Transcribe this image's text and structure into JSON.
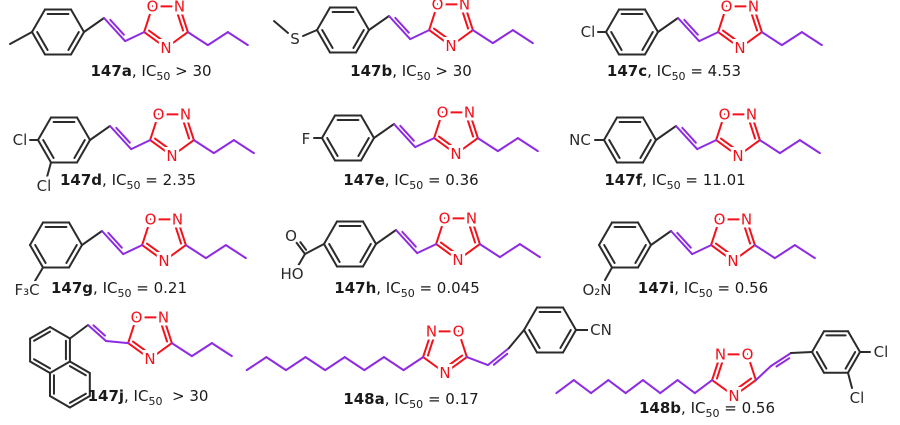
{
  "figure": {
    "background": "#ffffff"
  },
  "colors": {
    "ring": "#f2121c",
    "chain": "#8e2be2",
    "bond": "#2b2b2b",
    "text": "#1a1a1a"
  },
  "ring_atoms": {
    "oxygen": "O",
    "nitrogen": "N"
  },
  "compounds": [
    {
      "id": "147a",
      "ic50": "> 30",
      "label_parts": [
        {
          "text": "147a",
          "bold": true
        },
        {
          "text": ", IC"
        },
        {
          "text": "50",
          "sub": true
        },
        {
          "text": " > 30"
        }
      ],
      "substituent_labels": []
    },
    {
      "id": "147b",
      "ic50": "> 30",
      "label_parts": [
        {
          "text": "147b",
          "bold": true
        },
        {
          "text": ", IC"
        },
        {
          "text": "50",
          "sub": true
        },
        {
          "text": " > 30"
        }
      ],
      "substituent_labels": [
        "S"
      ]
    },
    {
      "id": "147c",
      "ic50": "= 4.53",
      "label_parts": [
        {
          "text": "147c",
          "bold": true
        },
        {
          "text": ", IC"
        },
        {
          "text": "50",
          "sub": true
        },
        {
          "text": " = 4.53"
        }
      ],
      "substituent_labels": [
        "Cl"
      ]
    },
    {
      "id": "147d",
      "ic50": "= 2.35",
      "label_parts": [
        {
          "text": "147d",
          "bold": true
        },
        {
          "text": ", IC"
        },
        {
          "text": "50",
          "sub": true
        },
        {
          "text": " = 2.35"
        }
      ],
      "substituent_labels": [
        "Cl",
        "Cl"
      ]
    },
    {
      "id": "147e",
      "ic50": "= 0.36",
      "label_parts": [
        {
          "text": "147e",
          "bold": true
        },
        {
          "text": ", IC"
        },
        {
          "text": "50",
          "sub": true
        },
        {
          "text": " = 0.36"
        }
      ],
      "substituent_labels": [
        "F"
      ]
    },
    {
      "id": "147f",
      "ic50": "= 11.01",
      "label_parts": [
        {
          "text": "147f",
          "bold": true
        },
        {
          "text": ", IC"
        },
        {
          "text": "50",
          "sub": true
        },
        {
          "text": " = 11.01"
        }
      ],
      "substituent_labels": [
        "NC"
      ]
    },
    {
      "id": "147g",
      "ic50": "= 0.21",
      "label_parts": [
        {
          "text": "147g",
          "bold": true
        },
        {
          "text": ", IC"
        },
        {
          "text": "50",
          "sub": true
        },
        {
          "text": " = 0.21"
        }
      ],
      "substituent_labels": [
        "F₃C"
      ]
    },
    {
      "id": "147h",
      "ic50": "= 0.045",
      "label_parts": [
        {
          "text": "147h",
          "bold": true
        },
        {
          "text": ", IC"
        },
        {
          "text": "50",
          "sub": true
        },
        {
          "text": " = 0.045"
        }
      ],
      "substituent_labels": [
        "O",
        "HO"
      ]
    },
    {
      "id": "147i",
      "ic50": "= 0.56",
      "label_parts": [
        {
          "text": "147i",
          "bold": true
        },
        {
          "text": ", IC"
        },
        {
          "text": "50",
          "sub": true
        },
        {
          "text": " = 0.56"
        }
      ],
      "substituent_labels": [
        "O₂N"
      ]
    },
    {
      "id": "147j",
      "ic50": "> 30",
      "label_parts": [
        {
          "text": "147j",
          "bold": true
        },
        {
          "text": ", IC"
        },
        {
          "text": "50",
          "sub": true
        },
        {
          "text": "  > 30"
        }
      ],
      "substituent_labels": []
    },
    {
      "id": "148a",
      "ic50": "= 0.17",
      "label_parts": [
        {
          "text": "148a",
          "bold": true
        },
        {
          "text": ", IC"
        },
        {
          "text": "50",
          "sub": true
        },
        {
          "text": " = 0.17"
        }
      ],
      "substituent_labels": [
        "CN"
      ]
    },
    {
      "id": "148b",
      "ic50": "= 0.56",
      "label_parts": [
        {
          "text": "148b",
          "bold": true
        },
        {
          "text": ", IC"
        },
        {
          "text": "50",
          "sub": true
        },
        {
          "text": " = 0.56"
        }
      ],
      "substituent_labels": [
        "Cl",
        "Cl"
      ]
    }
  ]
}
